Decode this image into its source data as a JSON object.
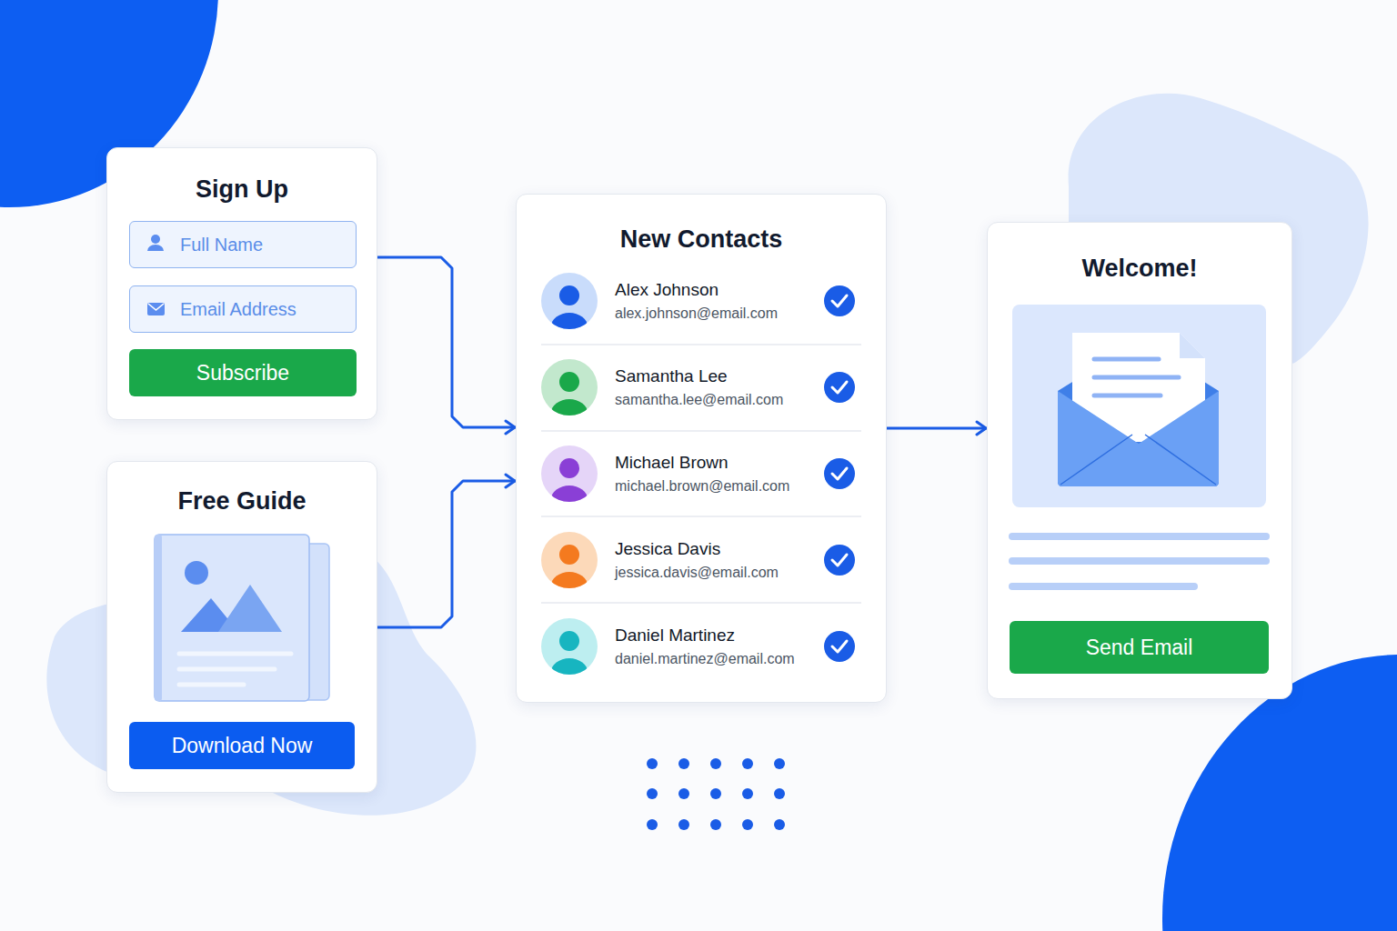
{
  "diagram": {
    "nodes": [
      {
        "text": [
          "Sign Up"
        ]
      },
      {
        "text": [
          "Full Name"
        ],
        "in": 0
      },
      {
        "text": [
          "Email Address"
        ],
        "in": 0
      },
      {
        "text": [
          "Subscribe"
        ],
        "in": 0
      },
      {
        "text": [
          "Free Guide"
        ]
      },
      {
        "text": [
          "Download Now"
        ],
        "in": 4
      },
      {
        "text": [
          "New Contacts"
        ]
      },
      {
        "text": [
          "Alex Johnson",
          "alex.johnson@email.com"
        ],
        "in": 6
      },
      {
        "text": [
          "Samantha Lee",
          "samantha.lee@email.com"
        ],
        "in": 6
      },
      {
        "text": [
          "Michael Brown",
          "michael.brown@email.com"
        ],
        "in": 6
      },
      {
        "text": [
          "Jessica Davis",
          "jessica.davis@email.com"
        ],
        "in": 6
      },
      {
        "text": [
          "Daniel Martinez",
          "daniel.martinez@email.com"
        ],
        "in": 6
      },
      {
        "text": [
          "Welcome!"
        ]
      },
      {
        "text": [
          "Send Email"
        ],
        "in": 12
      }
    ],
    "edges": [
      {
        "from": 0,
        "to": 6,
        "arrow": "to"
      },
      {
        "from": 4,
        "to": 6,
        "arrow": "to"
      },
      {
        "from": 6,
        "to": 12,
        "arrow": "to"
      }
    ]
  }
}
